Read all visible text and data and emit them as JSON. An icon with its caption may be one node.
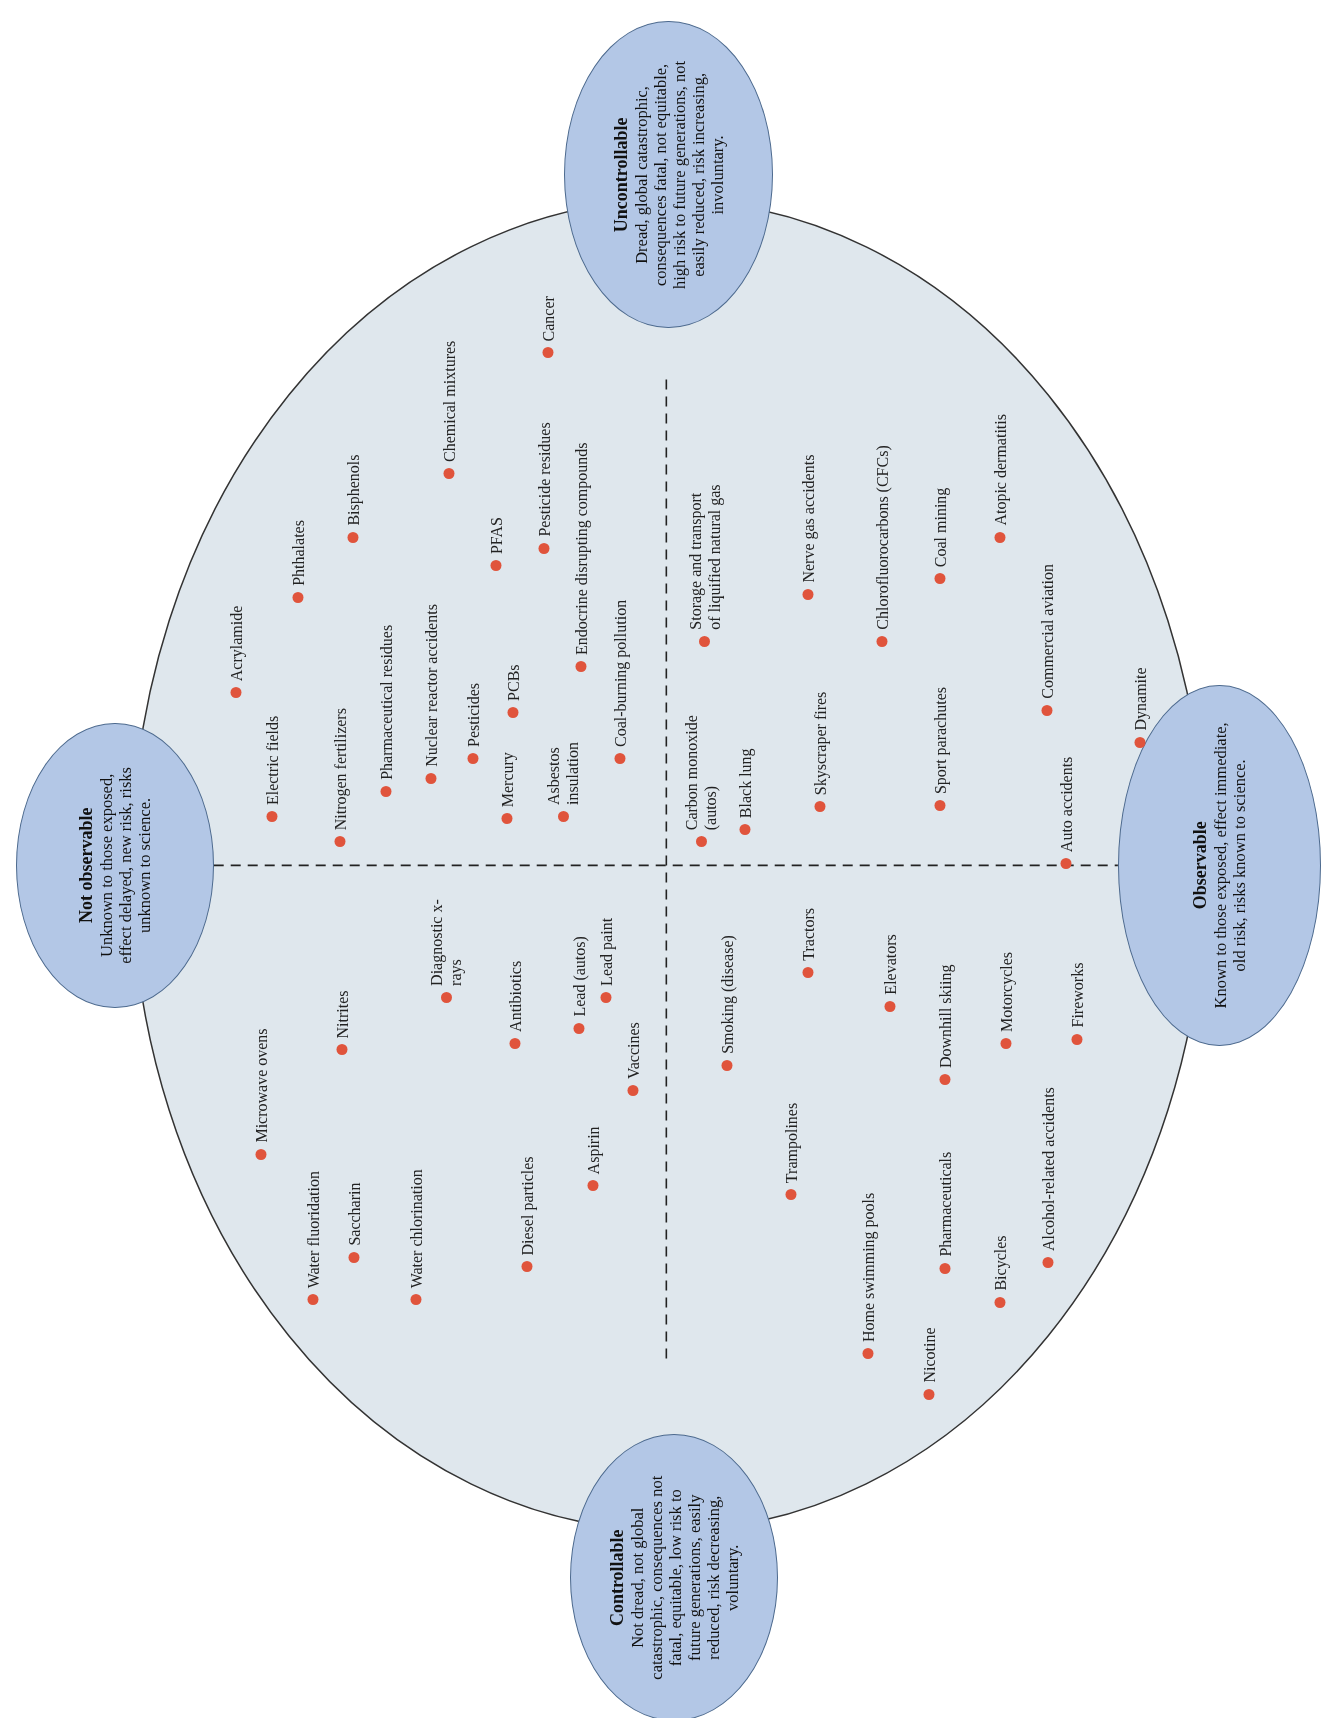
{
  "diagram": {
    "nodes": [
      {
        "text": [
          "Not observable",
          "Unknown to those exposed, effect delayed, new risk, risks unknown to science."
        ]
      },
      {
        "text": [
          "Uncontrollable",
          "Dread, global catastrophic, consequences fatal, not equitable, high risk to future generations, not easily reduced, risk increasing, involuntary."
        ]
      },
      {
        "text": [
          "Controllable",
          "Not dread, not global catastrophic, consequences not fatal, equitable, low risk to future generations, easily reduced, risk decreasing, voluntary."
        ]
      },
      {
        "text": [
          "Observable",
          "Known to those exposed, effect immediate, old risk, risks known to science."
        ]
      }
    ],
    "labels": [
      "Acrylamide",
      "Phthalates",
      "Bisphenols",
      "Chemical mixtures",
      "Cancer",
      "Electric fields",
      "Nitrogen fertilizers",
      "Pharmaceutical residues",
      "Nuclear reactor accidents",
      "Pesticides",
      "PFAS",
      "Pesticide residues",
      "Mercury",
      "PCBs",
      "Endocrine disrupting compounds",
      "Asbestos insulation",
      "Coal-burning pollution",
      "Microwave ovens",
      "Nitrites",
      "Diagnostic x-rays",
      "Water fluoridation",
      "Saccharin",
      "Water chlorination",
      "Antibiotics",
      "Lead (autos)",
      "Lead paint",
      "Diesel particles",
      "Aspirin",
      "Vaccines",
      "Carbon monoxide (autos)",
      "Black lung",
      "Storage and transport of liquified natural gas",
      "Nerve gas accidents",
      "Skyscraper fires",
      "Chlorofluorocarbons (CFCs)",
      "Coal mining",
      "Sport parachutes",
      "Atopic dermatitis",
      "Commercial aviation",
      "Auto accidents",
      "Dynamite",
      "Smoking (disease)",
      "Tractors",
      "Elevators",
      "Trampolines",
      "Downhill skiing",
      "Motorcycles",
      "Fireworks",
      "Home swimming pools",
      "Pharmaceuticals",
      "Bicycles",
      "Alcohol-related accidents",
      "Nicotine"
    ]
  }
}
